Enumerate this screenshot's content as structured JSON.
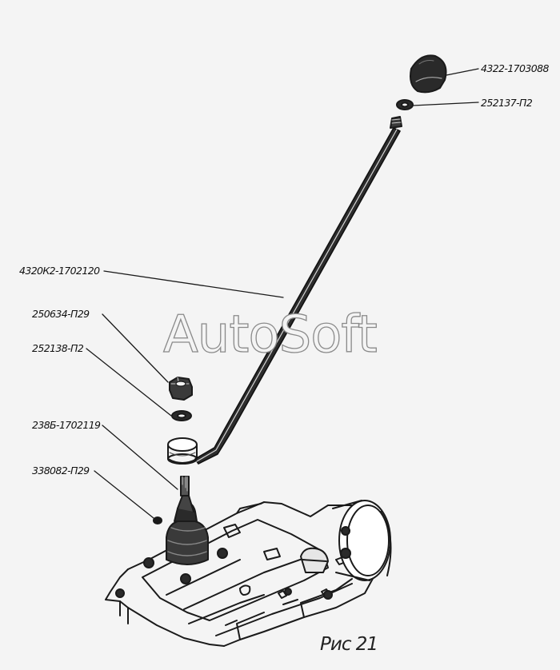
{
  "parts": {
    "knob": "4322-1703088",
    "lock_washer_top": "252137-П2",
    "lever": "4320К2-1702120",
    "nut": "250634-П29",
    "lock_washer": "252138-П2",
    "lever_lower": "238Б-1702119",
    "pin": "338082-П29"
  },
  "watermark": "AutoSoft",
  "caption": "Рис 21"
}
